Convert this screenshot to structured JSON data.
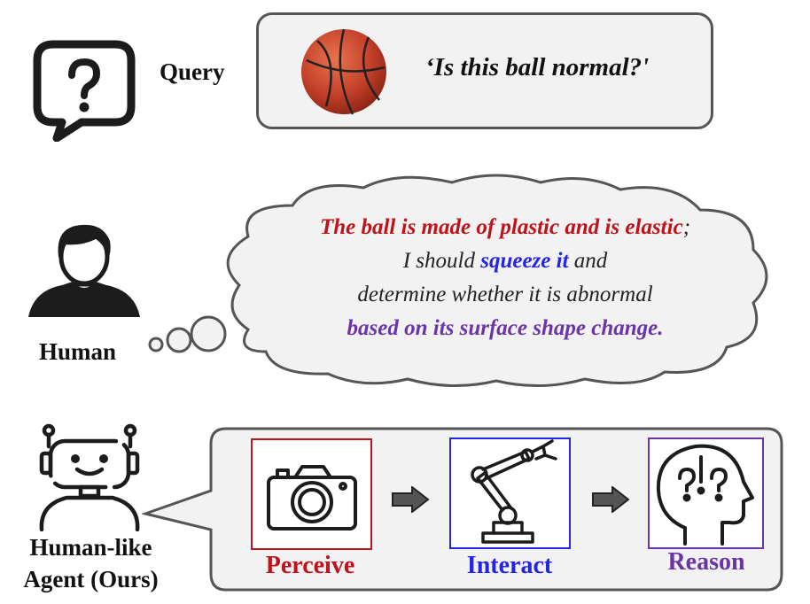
{
  "query": {
    "label": "Query",
    "text": "‘Is this ball normal?'"
  },
  "human": {
    "label": "Human",
    "thought": {
      "line1_red": "The ball is made of plastic and is elastic",
      "line1_end": ";",
      "line2_start": "I should ",
      "line2_blue": "squeeze it",
      "line2_end": " and",
      "line3": "determine whether it is abnormal",
      "line4_purple": "based on its surface shape change."
    }
  },
  "agent": {
    "label_line1": "Human-like",
    "label_line2": "Agent (Ours)",
    "steps": [
      {
        "label": "Perceive",
        "color": "#c0121a",
        "icon": "camera-icon"
      },
      {
        "label": "Interact",
        "color": "#2424e6",
        "icon": "robot-arm-icon"
      },
      {
        "label": "Reason",
        "color": "#6a35a8",
        "icon": "head-question-icon"
      }
    ]
  },
  "colors": {
    "perceive": "#c0121a",
    "interact": "#2424e6",
    "reason": "#6a35a8",
    "box_border": "#555555",
    "box_fill": "#f2f2f2"
  }
}
